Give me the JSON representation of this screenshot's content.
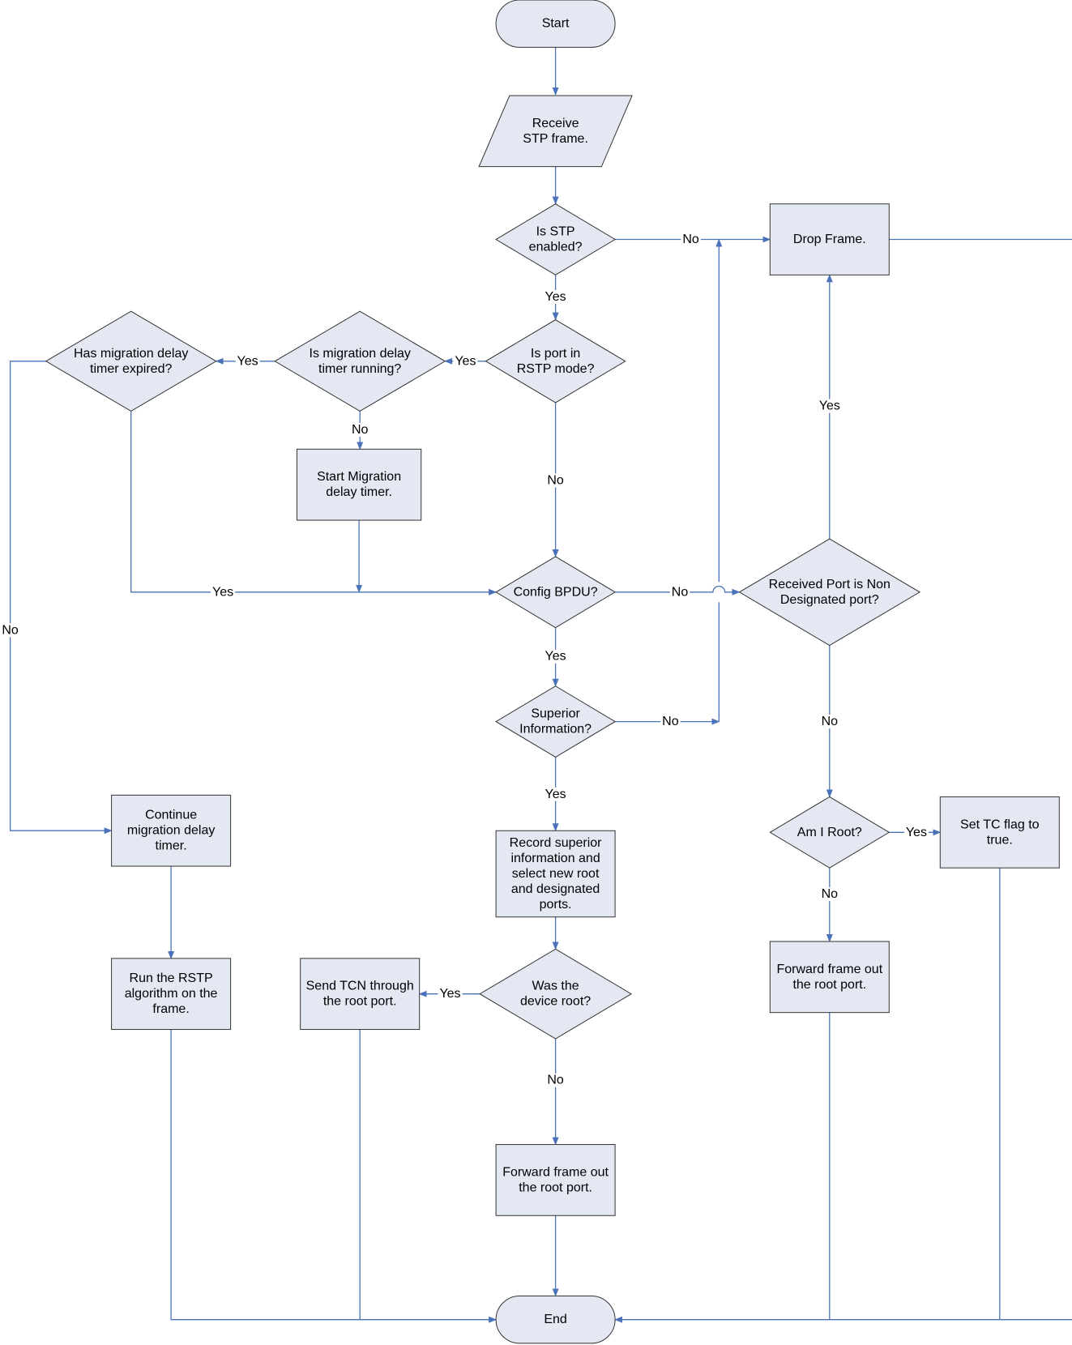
{
  "nodes": {
    "start": "Start",
    "receive": [
      "Receive",
      "STP frame."
    ],
    "stp_enabled": [
      "Is STP",
      "enabled?"
    ],
    "drop": "Drop Frame.",
    "has_expired": [
      "Has migration delay",
      "timer expired?"
    ],
    "timer_running": [
      "Is migration delay",
      "timer running?"
    ],
    "rstp_mode": [
      "Is port in",
      "RSTP mode?"
    ],
    "start_migration": [
      "Start Migration",
      "delay timer."
    ],
    "config_bpdu": "Config BPDU?",
    "non_designated": [
      "Received Port is Non",
      "Designated port?"
    ],
    "superior": [
      "Superior",
      "Information?"
    ],
    "continue_timer": [
      "Continue",
      "migration delay",
      "timer."
    ],
    "record": [
      "Record superior",
      "information and",
      "select new root",
      "and designated",
      "ports."
    ],
    "am_i_root": "Am I Root?",
    "set_tc": [
      "Set TC flag to",
      "true."
    ],
    "run_rstp": [
      "Run the RSTP",
      "algorithm on the",
      "frame."
    ],
    "send_tcn": [
      "Send TCN through",
      "the root port."
    ],
    "was_root": [
      "Was the",
      "device root?"
    ],
    "fwd_right": [
      "Forward frame out",
      "the root port."
    ],
    "fwd_center": [
      "Forward frame out",
      "the root port."
    ],
    "end": "End"
  },
  "edge_labels": {
    "stp_no": "No",
    "stp_yes": "Yes",
    "rstp_yes": "Yes",
    "running_yes": "Yes",
    "running_no": "No",
    "expired_no": "No",
    "expired_yes": "Yes",
    "rstp_no": "No",
    "config_no": "No",
    "config_yes": "Yes",
    "superior_no": "No",
    "superior_yes": "Yes",
    "nondesig_yes": "Yes",
    "nondesig_no": "No",
    "root_yes": "Yes",
    "root_no": "No",
    "was_yes": "Yes",
    "was_no": "No"
  },
  "colors": {
    "shape_fill": "#e4e8f3",
    "shape_stroke": "#333333",
    "connector": "#4a72b8"
  }
}
